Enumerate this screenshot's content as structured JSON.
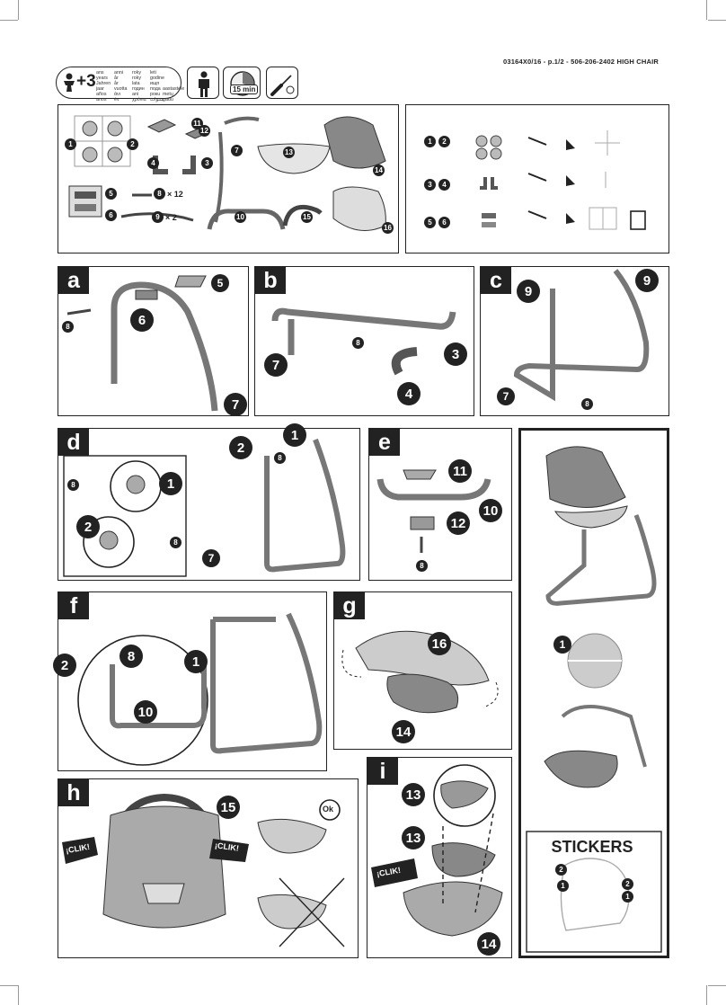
{
  "header": {
    "code": "03164X0/16 - p.1/2 -   506-206-2402  HIGH CHAIR"
  },
  "age": {
    "plus": "+3",
    "columns": [
      [
        "ans",
        "years",
        "Jahren",
        "jaar",
        "años",
        "anos"
      ],
      [
        "anni",
        "år",
        "år",
        "vuotta",
        "άνι",
        "év"
      ],
      [
        "roky",
        "roky",
        "lata",
        "годин",
        "ani",
        "χρόνια"
      ],
      [
        "leti",
        "godine",
        "ищп",
        "пода",
        "рокu",
        "سنوات"
      ],
      [
        "",
        "",
        "",
        "aastastele",
        "metų",
        "gadu"
      ]
    ]
  },
  "time_label": "15 min",
  "parts_list": {
    "pieces": [
      "1",
      "2",
      "3",
      "4",
      "5",
      "6",
      "7",
      "8",
      "9",
      "10",
      "11",
      "12",
      "13",
      "14",
      "15",
      "16"
    ],
    "qty_screw": "× 12",
    "qty_tube": "× 2"
  },
  "sticker_prep": {
    "pairs": [
      [
        "1",
        "2"
      ],
      [
        "3",
        "4"
      ],
      [
        "5",
        "6"
      ]
    ]
  },
  "steps": {
    "a": {
      "label": "a",
      "parts": [
        "5",
        "6",
        "7",
        "8"
      ]
    },
    "b": {
      "label": "b",
      "parts": [
        "7",
        "3",
        "4",
        "8"
      ]
    },
    "c": {
      "label": "c",
      "parts": [
        "9",
        "9",
        "7",
        "8"
      ]
    },
    "d": {
      "label": "d",
      "parts": [
        "1",
        "2",
        "8",
        "8",
        "2",
        "1",
        "8",
        "7"
      ]
    },
    "e": {
      "label": "e",
      "parts": [
        "11",
        "10",
        "12",
        "8"
      ]
    },
    "f": {
      "label": "f",
      "parts": [
        "2",
        "8",
        "1",
        "10"
      ]
    },
    "g": {
      "label": "g",
      "parts": [
        "16",
        "14"
      ]
    },
    "h": {
      "label": "h",
      "parts": [
        "15"
      ],
      "clik": "¡CLIK!",
      "ok": "Ok"
    },
    "i": {
      "label": "i",
      "parts": [
        "13",
        "13",
        "14"
      ],
      "clik": "¡CLIK!"
    }
  },
  "stickers": {
    "title": "STICKERS",
    "marks": [
      "1",
      "2",
      "2",
      "1",
      "1"
    ]
  }
}
